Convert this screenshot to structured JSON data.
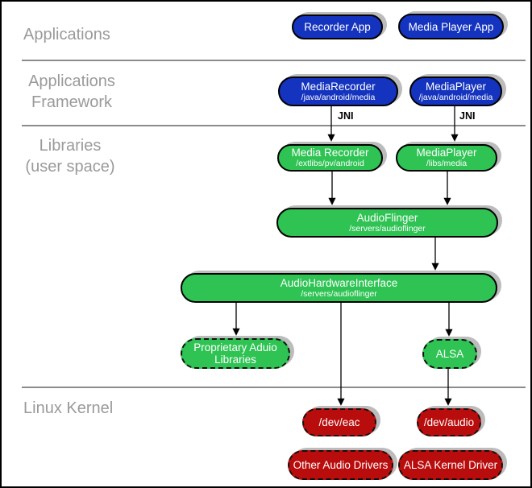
{
  "colors": {
    "blue": "#1433BE",
    "green": "#2EC353",
    "red": "#B90D0D",
    "shadow": "#BCBCBC",
    "divider": "#8C8C8C",
    "layer_text": "#9A9A9A"
  },
  "layers": {
    "applications": "Applications",
    "framework_line1": "Applications",
    "framework_line2": "Framework",
    "libraries_line1": "Libraries",
    "libraries_line2": "(user space)",
    "kernel": "Linux Kernel"
  },
  "jni": {
    "left": "JNI",
    "right": "JNI"
  },
  "nodes": {
    "recorder_app": {
      "title": "Recorder App"
    },
    "media_player_app": {
      "title": "Media Player App"
    },
    "media_recorder_fw": {
      "title": "MediaRecorder",
      "path": "/java/android/media"
    },
    "media_player_fw": {
      "title": "MediaPlayer",
      "path": "/java/android/media"
    },
    "media_recorder_lib": {
      "title": "Media Recorder",
      "path": "/extlibs/pv/android"
    },
    "media_player_lib": {
      "title": "MediaPlayer",
      "path": "/libs/media"
    },
    "audioflinger": {
      "title": "AudioFlinger",
      "path": "/servers/audioflinger"
    },
    "audio_hardware_interface": {
      "title": "AudioHardwareInterface",
      "path": "/servers/audioflinger"
    },
    "proprietary_audio_libraries": {
      "line1": "Proprietary Aduio",
      "line2": "Libraries"
    },
    "alsa": {
      "title": "ALSA"
    },
    "dev_eac": {
      "title": "/dev/eac"
    },
    "dev_audio": {
      "title": "/dev/audio"
    },
    "other_audio_drivers": {
      "title": "Other Audio Drivers"
    },
    "alsa_kernel_driver": {
      "title": "ALSA Kernel Driver"
    }
  }
}
